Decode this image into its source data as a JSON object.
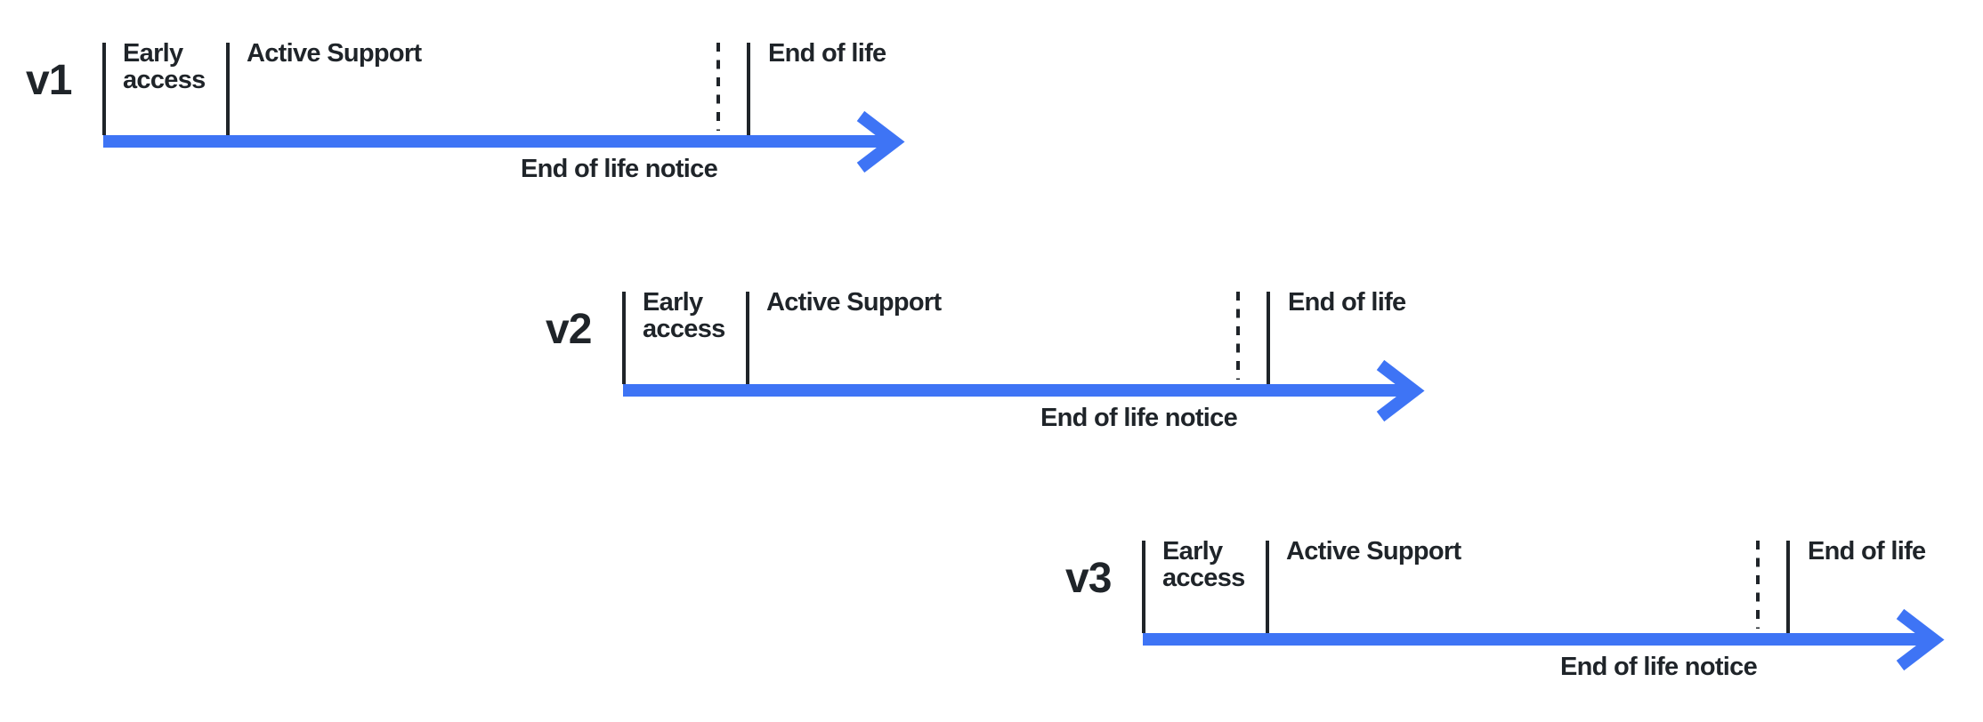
{
  "diagram": {
    "colors": {
      "arrow": "#3E74F5",
      "line": "#1F2429",
      "text": "#1F2429",
      "background": "#FFFFFF"
    },
    "phases": {
      "early_access": "Early access",
      "active_support": "Active Support",
      "end_of_life": "End of life",
      "end_of_life_notice": "End of life notice"
    },
    "timelines": [
      {
        "version": "v1"
      },
      {
        "version": "v2"
      },
      {
        "version": "v3"
      }
    ]
  }
}
